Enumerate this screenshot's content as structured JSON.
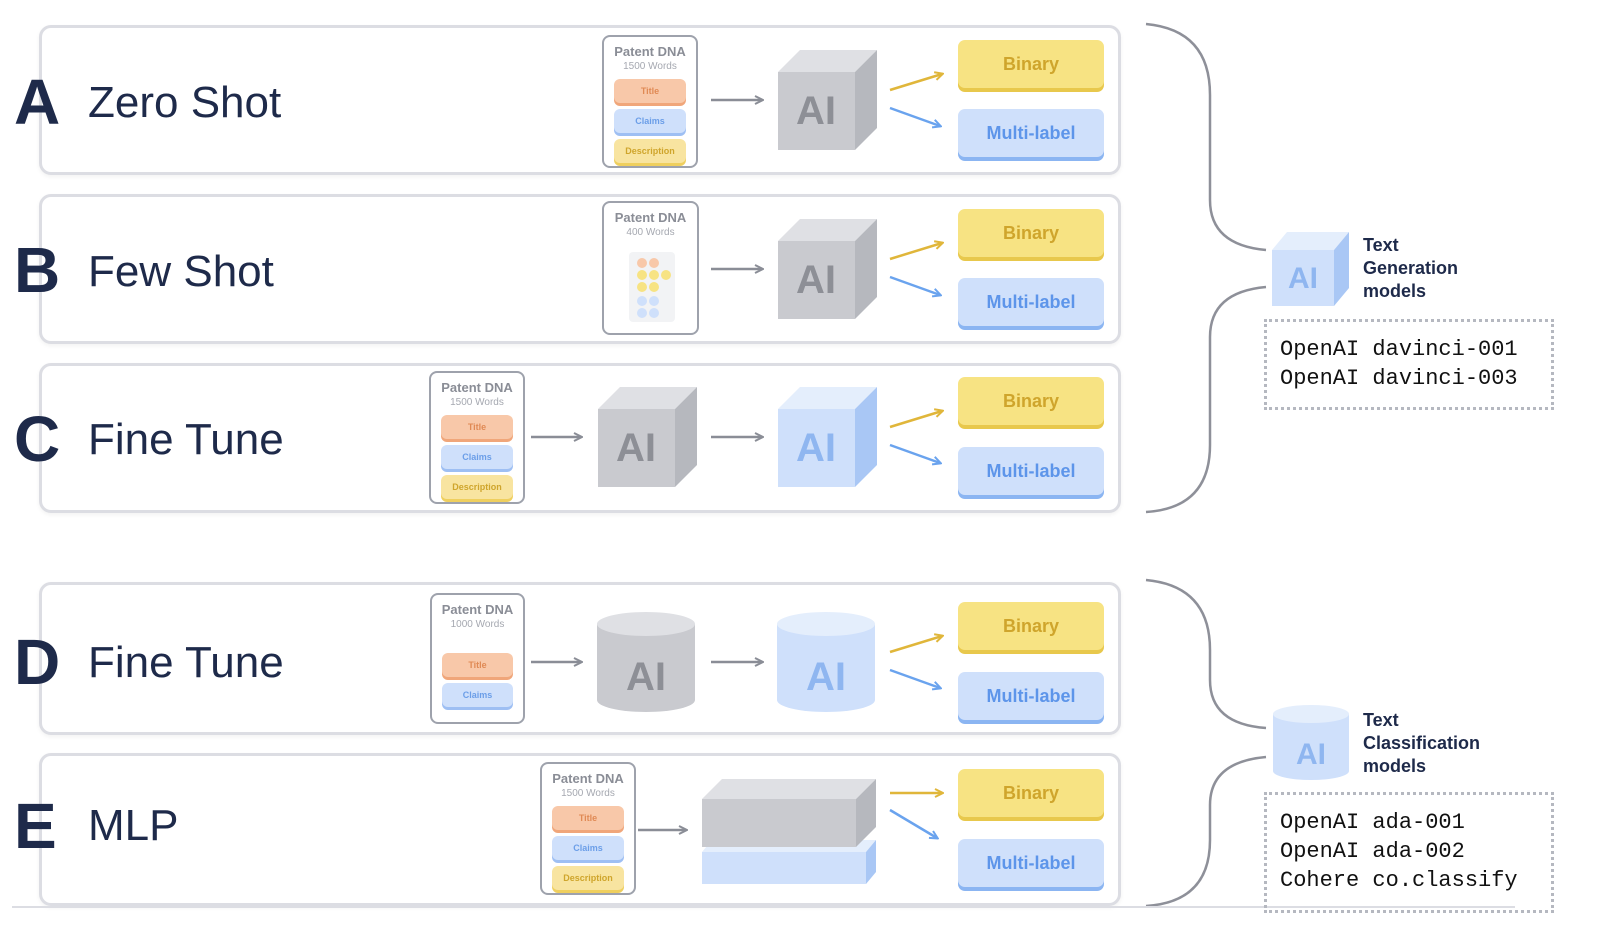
{
  "rows": [
    {
      "letter": "A",
      "title": "Zero Shot",
      "doc": {
        "heading": "Patent DNA",
        "words": "1500 Words",
        "chips": [
          "Title",
          "Claims",
          "Description"
        ]
      }
    },
    {
      "letter": "B",
      "title": "Few Shot",
      "doc": {
        "heading": "Patent DNA",
        "words": "400 Words",
        "chips": []
      }
    },
    {
      "letter": "C",
      "title": "Fine Tune",
      "doc": {
        "heading": "Patent DNA",
        "words": "1500 Words",
        "chips": [
          "Title",
          "Claims",
          "Description"
        ]
      }
    },
    {
      "letter": "D",
      "title": "Fine Tune",
      "doc": {
        "heading": "Patent DNA",
        "words": "1000 Words",
        "chips": [
          "Title",
          "Claims"
        ]
      }
    },
    {
      "letter": "E",
      "title": "MLP",
      "doc": {
        "heading": "Patent DNA",
        "words": "1500 Words",
        "chips": [
          "Title",
          "Claims",
          "Description"
        ]
      }
    }
  ],
  "outputs": {
    "binary": "Binary",
    "multi": "Multi-label"
  },
  "ai_label": "AI",
  "legend_generation": {
    "line1": "Text",
    "line2": "Generation",
    "line3": "models",
    "models": [
      "OpenAI davinci-001",
      "OpenAI davinci-003"
    ]
  },
  "legend_classification": {
    "line1": "Text",
    "line2": "Classification",
    "line3": "models",
    "models": [
      "OpenAI ada-001",
      "OpenAI ada-002",
      "Cohere co.classify"
    ]
  },
  "colors": {
    "navy": "#1e2a4a",
    "gray_model": "#c9cacf",
    "blue_model": "#cfe0fb",
    "binary": "#f7e383",
    "multi": "#cfe0fb",
    "arrow_yellow": "#e0b63a",
    "arrow_blue": "#6aa3ee"
  }
}
